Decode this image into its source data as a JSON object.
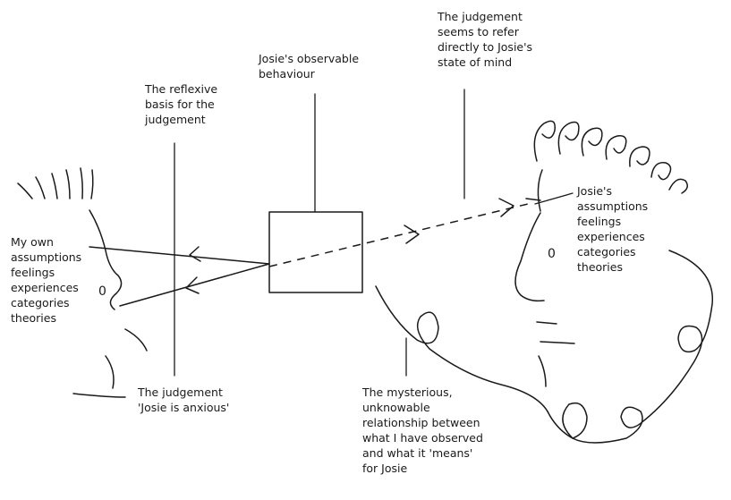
{
  "labels": {
    "observable_behaviour": [
      "Josie's observable",
      "behaviour"
    ],
    "judgement_refers": [
      "The judgement",
      "seems to refer",
      "directly to Josie's",
      "state of mind"
    ],
    "reflexive_basis": [
      "The reflexive",
      "basis for the",
      "judgement"
    ],
    "my_own": [
      "My own",
      "assumptions",
      "feelings",
      "experiences",
      "categories",
      "theories"
    ],
    "josies": [
      "Josie's",
      "assumptions",
      "feelings",
      "experiences",
      "categories",
      "theories"
    ],
    "judgement_anxious": [
      "The judgement",
      "'Josie is anxious'"
    ],
    "mysterious": [
      "The mysterious,",
      "unknowable",
      "relationship between",
      "what I have observed",
      "and what it 'means'",
      "for Josie"
    ]
  }
}
